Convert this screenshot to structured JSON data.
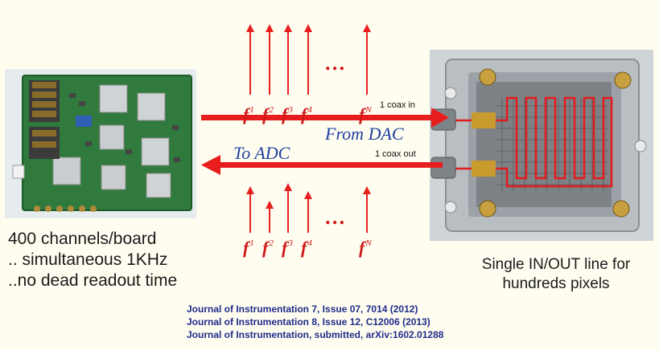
{
  "board_caption": [
    "400 channels/board",
    ".. simultaneous 1KHz",
    "..no dead readout time"
  ],
  "detector_caption": [
    "Single IN/OUT line for",
    "hundreds pixels"
  ],
  "arrow_labels": {
    "from_dac": "From DAC",
    "to_adc": "To ADC",
    "coax_in": "1 coax in",
    "coax_out": "1 coax out"
  },
  "tones": {
    "base": "f",
    "superscripts": [
      "1",
      "2",
      "3",
      "4",
      "N"
    ],
    "ellipsis": "…"
  },
  "references": [
    "Journal of Instrumentation 7, Issue 07, 7014 (2012)",
    "Journal of Instrumentation 8, Issue 12, C12006 (2013)",
    "Journal of Instrumentation, submitted, arXiv:1602.01288"
  ],
  "colors": {
    "arrow_red": "#e81e1e",
    "freq_red": "#d01818",
    "label_blue": "#1f3fa0",
    "ref_blue": "#1f2c8a",
    "pcb_green": "#2f7a3c"
  }
}
